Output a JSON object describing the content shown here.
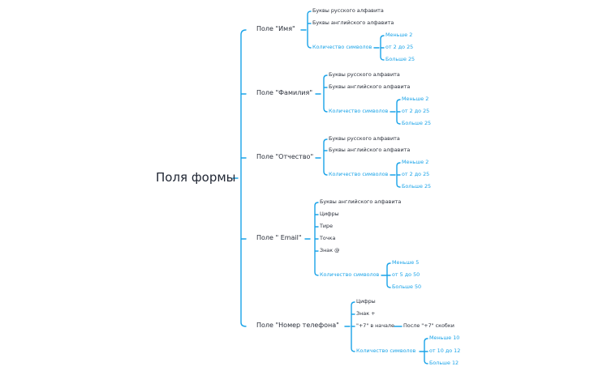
{
  "root": "Поля формы",
  "fields": [
    {
      "label": "Поле \"Имя\"",
      "items": [
        "Буквы русского алфавита",
        "Буквы английского алфавита"
      ],
      "count": {
        "label": "Количество символов",
        "options": [
          "Меньше 2",
          "от 2 до 25",
          "Больше 25"
        ]
      }
    },
    {
      "label": "Поле \"Фамилия\"",
      "items": [
        "Буквы русского алфавита",
        "Буквы английского алфавита"
      ],
      "count": {
        "label": "Количество символов",
        "options": [
          "Меньше 2",
          "от 2 до 25",
          "Больше 25"
        ]
      }
    },
    {
      "label": "Поле \"Отчество\"",
      "items": [
        "Буквы русского алфавита",
        "Буквы английского алфавита"
      ],
      "count": {
        "label": "Количество символов",
        "options": [
          "Меньше 2",
          "от 2 до 25",
          "Больше 25"
        ]
      }
    },
    {
      "label": "Поле \" Email\"",
      "items": [
        "Буквы английского алфавита",
        "Цифры",
        "Тире",
        "Точка",
        "Знак @"
      ],
      "count": {
        "label": "Количество символов",
        "options": [
          "Меньше 5",
          "от 5 до 50",
          "Больше 50"
        ]
      }
    },
    {
      "label": "Поле \"Номер телефона\"",
      "items": [
        "Цифры",
        "Знак +"
      ],
      "prefix": {
        "label": "\"+7\" в начале",
        "child": "После \"+7\" скобки"
      },
      "count": {
        "label": "Количество символов",
        "options": [
          "Меньше 10",
          "от 10 до 12",
          "Больше 12"
        ]
      }
    }
  ],
  "colors": {
    "line": "#1aa3e8",
    "text": "#2a2f3a",
    "accent_text": "#1aa3e8"
  }
}
